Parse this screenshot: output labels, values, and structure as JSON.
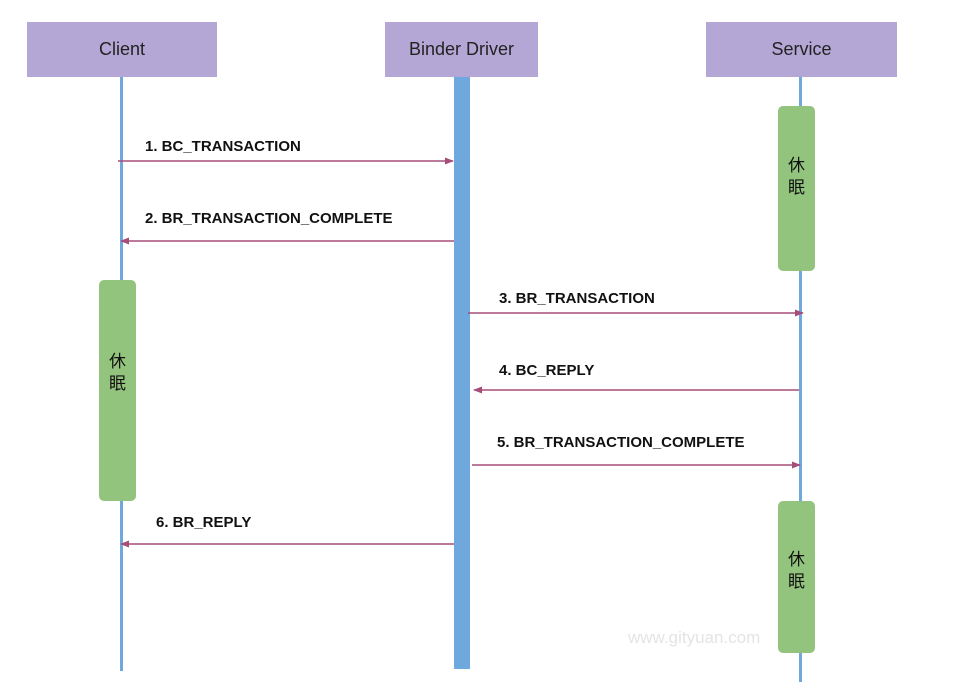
{
  "actors": {
    "client": "Client",
    "binder": "Binder Driver",
    "service": "Service"
  },
  "messages": [
    {
      "label": "1. BC_TRANSACTION",
      "from": "client",
      "to": "binder"
    },
    {
      "label": "2. BR_TRANSACTION_COMPLETE",
      "from": "binder",
      "to": "client"
    },
    {
      "label": "3. BR_TRANSACTION",
      "from": "binder",
      "to": "service"
    },
    {
      "label": "4. BC_REPLY",
      "from": "service",
      "to": "binder"
    },
    {
      "label": "5. BR_TRANSACTION_COMPLETE",
      "from": "binder",
      "to": "service"
    },
    {
      "label": "6. BR_REPLY",
      "from": "binder",
      "to": "client"
    }
  ],
  "sleep": {
    "service_1": [
      "休",
      "眠"
    ],
    "client": [
      "休",
      "眠"
    ],
    "service_2": [
      "休",
      "眠"
    ]
  },
  "watermark": "www.gityuan.com",
  "colors": {
    "actor_box": "#b4a7d6",
    "lifeline": "#6fa8dc",
    "sleep_block": "#93c47d",
    "arrow": "#a64d79"
  }
}
